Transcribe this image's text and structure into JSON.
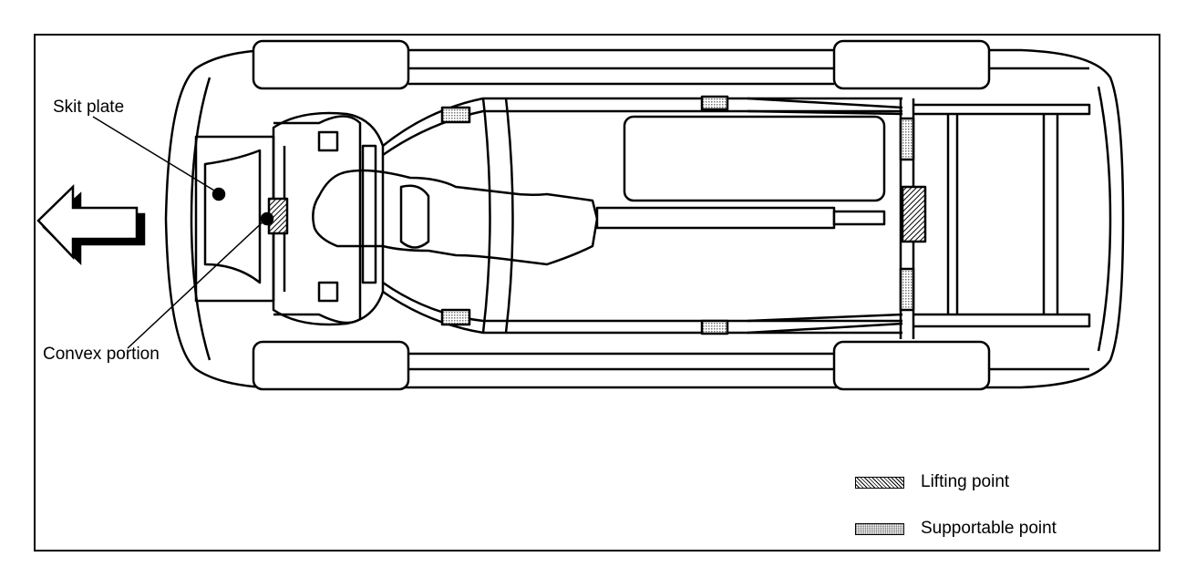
{
  "labels": {
    "skit_plate": "Skit plate",
    "convex_portion": "Convex portion"
  },
  "legend": {
    "lifting_point": "Lifting point",
    "supportable_point": "Supportable point"
  },
  "colors": {
    "line": "#000000",
    "background": "#ffffff"
  },
  "icons": {
    "direction": "front-direction-arrow-icon"
  }
}
